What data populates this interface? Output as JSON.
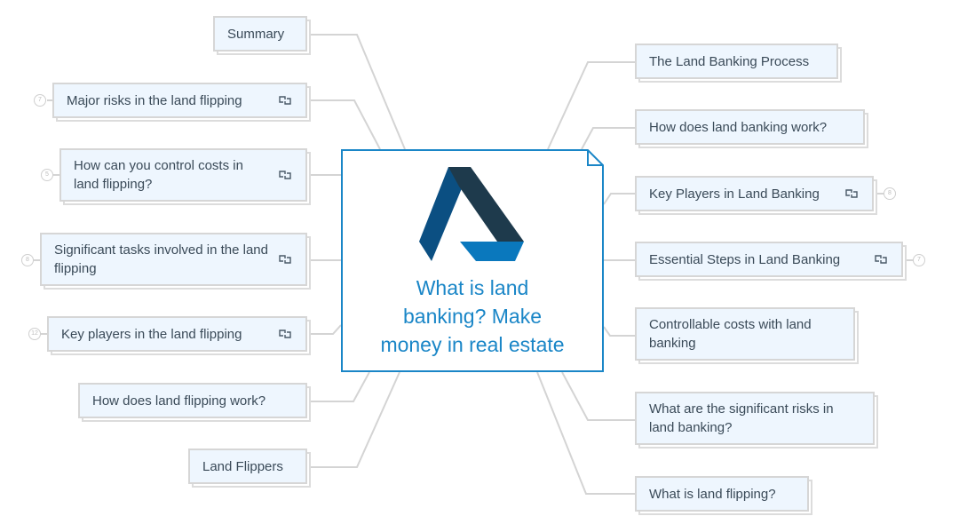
{
  "central": {
    "title_lines": [
      "What is land",
      "banking? Make",
      "money in real estate"
    ],
    "logo": "triangle-a-logo-icon",
    "colors": {
      "border": "#1a86c7",
      "title": "#1a86c7",
      "logo_dark": "#1e3a4c",
      "logo_mid": "#0b4f82",
      "logo_light": "#0a78bd"
    }
  },
  "left_topics": [
    {
      "label": "Summary",
      "link": false,
      "badge": null
    },
    {
      "label": "Major risks in the land flipping",
      "link": true,
      "badge": "7"
    },
    {
      "label": "How can you control costs in land flipping?",
      "link": true,
      "badge": "5"
    },
    {
      "label": "Significant tasks involved in the land flipping",
      "link": true,
      "badge": "8"
    },
    {
      "label": "Key players in the land flipping",
      "link": true,
      "badge": "12"
    },
    {
      "label": "How does land flipping work?",
      "link": false,
      "badge": null
    },
    {
      "label": "Land Flippers",
      "link": false,
      "badge": null
    }
  ],
  "right_topics": [
    {
      "label": "The Land Banking Process",
      "link": false,
      "badge": null
    },
    {
      "label": "How does land banking work?",
      "link": false,
      "badge": null
    },
    {
      "label": "Key Players in Land Banking",
      "link": true,
      "badge": "8"
    },
    {
      "label": "Essential Steps in Land Banking",
      "link": true,
      "badge": "7"
    },
    {
      "label": "Controllable costs with land banking",
      "link": false,
      "badge": null
    },
    {
      "label": "What are the significant risks in land banking?",
      "link": false,
      "badge": null
    },
    {
      "label": "What is land flipping?",
      "link": false,
      "badge": null
    }
  ],
  "icons": {
    "link": "link-chain-icon"
  },
  "colors": {
    "node_fill": "#eef6fe",
    "node_border": "#d6d6d6",
    "connector": "#d4d4d4",
    "text": "#3a4a58"
  }
}
